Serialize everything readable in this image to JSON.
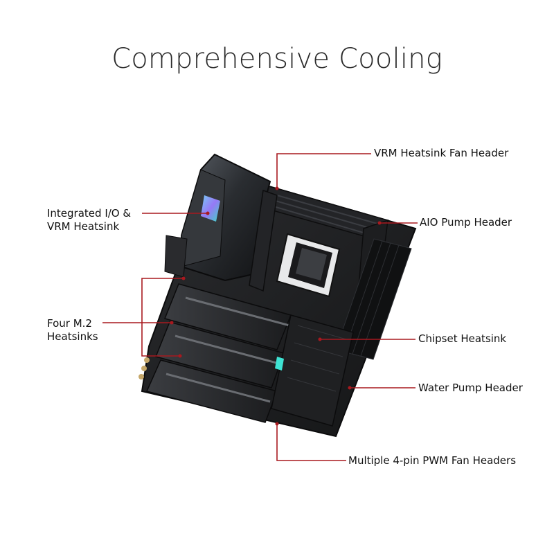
{
  "title": "Comprehensive Cooling",
  "accent_color": "#a8191f",
  "labels": {
    "vrm_fan": "VRM Heatsink Fan Header",
    "io_line1": "Integrated I/O &",
    "io_line2": "VRM Heatsink",
    "aio_pump": "AIO Pump Header",
    "m2_line1": "Four M.2",
    "m2_line2": "Heatsinks",
    "chipset": "Chipset Heatsink",
    "water_pump": "Water Pump Header",
    "pwm": "Multiple 4-pin PWM Fan Headers"
  }
}
